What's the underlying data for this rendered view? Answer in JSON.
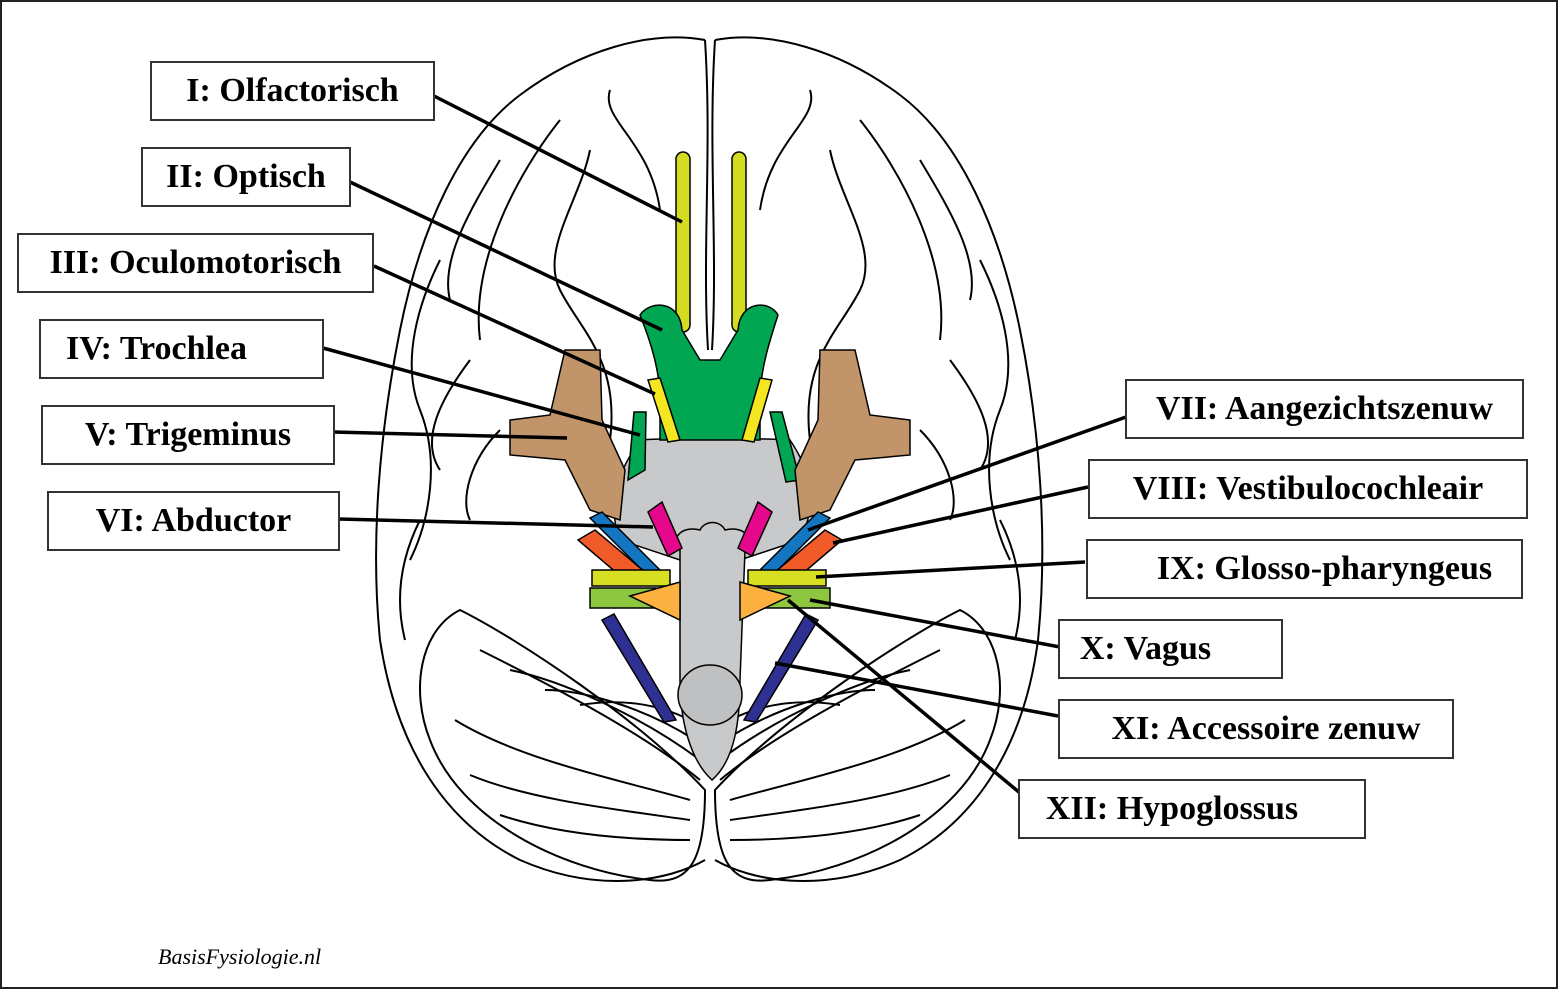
{
  "title": "Cranial nerves (hersenzenuwen) - inferior view of the brain",
  "colors": {
    "olfactory": "#d4dc22",
    "optic": "#00a651",
    "oculomotor": "#f4e620",
    "trochlear": "#00a651",
    "trigeminal": "#c19569",
    "abducens": "#e5078c",
    "facial": "#1476c0",
    "vestibulocochlear": "#f15a29",
    "glossopharyngeal": "#d7df23",
    "vagus": "#8dc63f",
    "accessory": "#fbb040",
    "hypoglossal": "#2e3192",
    "brainstem": "#c8c9cb",
    "outline": "#000000"
  },
  "labels": [
    {
      "id": "I",
      "text": "I: Olfactorisch"
    },
    {
      "id": "II",
      "text": "II: Optisch"
    },
    {
      "id": "III",
      "text": "III: Oculomotorisch"
    },
    {
      "id": "IV",
      "text": "IV: Trochlea"
    },
    {
      "id": "V",
      "text": "V: Trigeminus"
    },
    {
      "id": "VI",
      "text": "VI: Abductor"
    },
    {
      "id": "VII",
      "text": "VII: Aangezichtszenuw"
    },
    {
      "id": "VIII",
      "text": "VIII: Vestibulocochleair"
    },
    {
      "id": "IX",
      "text": "IX: Glosso-pharyngeus"
    },
    {
      "id": "X",
      "text": "X: Vagus"
    },
    {
      "id": "XI",
      "text": "XI: Accessoire zenuw"
    },
    {
      "id": "XII",
      "text": "XII: Hypoglossus"
    }
  ],
  "credit": "BasisFysiologie.nl"
}
